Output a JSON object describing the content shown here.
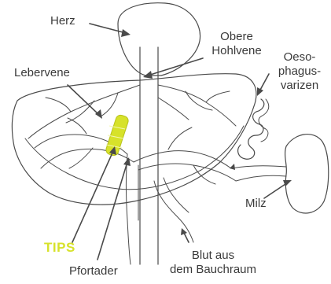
{
  "colors": {
    "line": "#4a4a4a",
    "text": "#3a3a3a",
    "tips_highlight": "#d7e22a",
    "background": "#ffffff"
  },
  "labels": {
    "herz": "Herz",
    "obere_hohlvene": [
      "Obere",
      "Hohlvene"
    ],
    "lebervene": "Lebervene",
    "oesophagusvarizen": [
      "Oeso-",
      "phagus-",
      "varizen"
    ],
    "milz": "Milz",
    "tips": "TIPS",
    "pfortader": "Pfortader",
    "blut_aus": [
      "Blut aus",
      "dem Bauchraum"
    ]
  }
}
